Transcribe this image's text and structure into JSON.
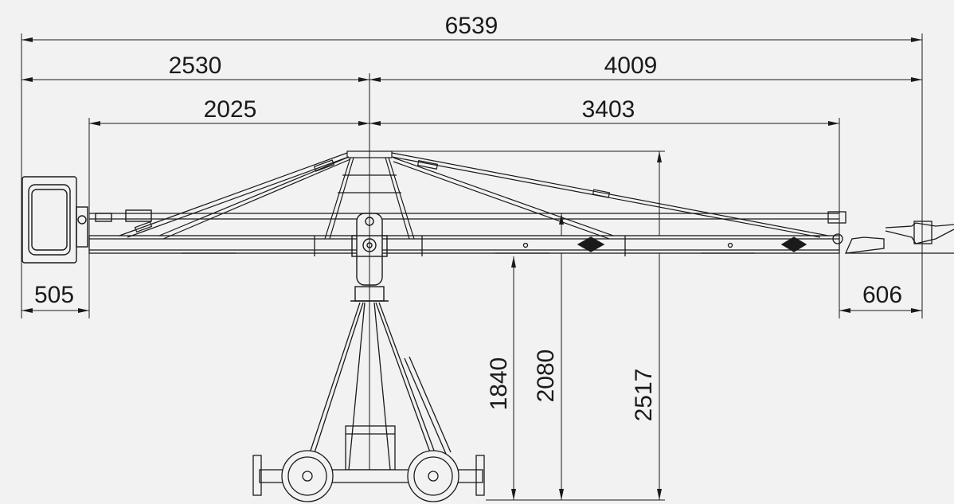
{
  "diagram": {
    "title": "",
    "dimensions": {
      "overall_length": "6539",
      "rear_section": "2530",
      "front_section": "4009",
      "rear_arm": "2025",
      "front_arm": "3403",
      "counterweight_overhang": "505",
      "head_overhang": "606",
      "pivot_height_low": "1840",
      "pivot_height_mid": "2080",
      "top_height": "2517"
    },
    "colors": {
      "background": "#f2f2f2",
      "line": "#1a1a1a",
      "fill_light": "#e8e8e8"
    }
  }
}
